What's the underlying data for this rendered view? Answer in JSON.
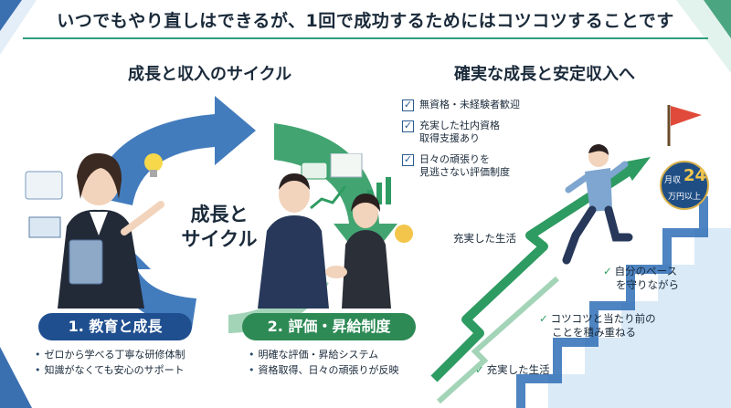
{
  "headline": "いつでもやり直しはできるが、1回で成功するためにはコツコツすることです",
  "left": {
    "title": "成長と収入のサイクル",
    "center_label_line1": "成長と",
    "center_label_line2": "サイクル",
    "pill1": "1. 教育と成長",
    "pill2": "2. 評価・昇給制度",
    "bullets1": [
      "ゼロから学べる丁寧な研修体制",
      "知識がなくても安心のサポート"
    ],
    "bullets2": [
      "明確な評価・昇給システム",
      "資格取得、日々の頑張りが反映"
    ],
    "colors": {
      "blue": "#2f6eb6",
      "green": "#2e9b62",
      "pill_blue": "#1f4f8f",
      "pill_green": "#2d8a55"
    }
  },
  "right": {
    "title": "確実な成長と安定収入へ",
    "checklist": [
      {
        "line1": "無資格・未経験者歓迎",
        "line2": ""
      },
      {
        "line1": "充実した社内資格",
        "line2": "取得支援あり"
      },
      {
        "line1": "日々の頑張りを",
        "line2": "見逃さない評価制度"
      }
    ],
    "stairs": [
      {
        "line1": "充実した生活",
        "line2": ""
      },
      {
        "line1": "自分のペース",
        "line2": "を守りながら"
      },
      {
        "line1": "コツコツと当たり前の",
        "line2": "ことを積み重ねる"
      },
      {
        "line1": "充実した生活",
        "line2": ""
      }
    ],
    "badge": {
      "prefix": "月収",
      "number": "24",
      "suffix": "万円以上"
    },
    "check_mark": "✓"
  }
}
